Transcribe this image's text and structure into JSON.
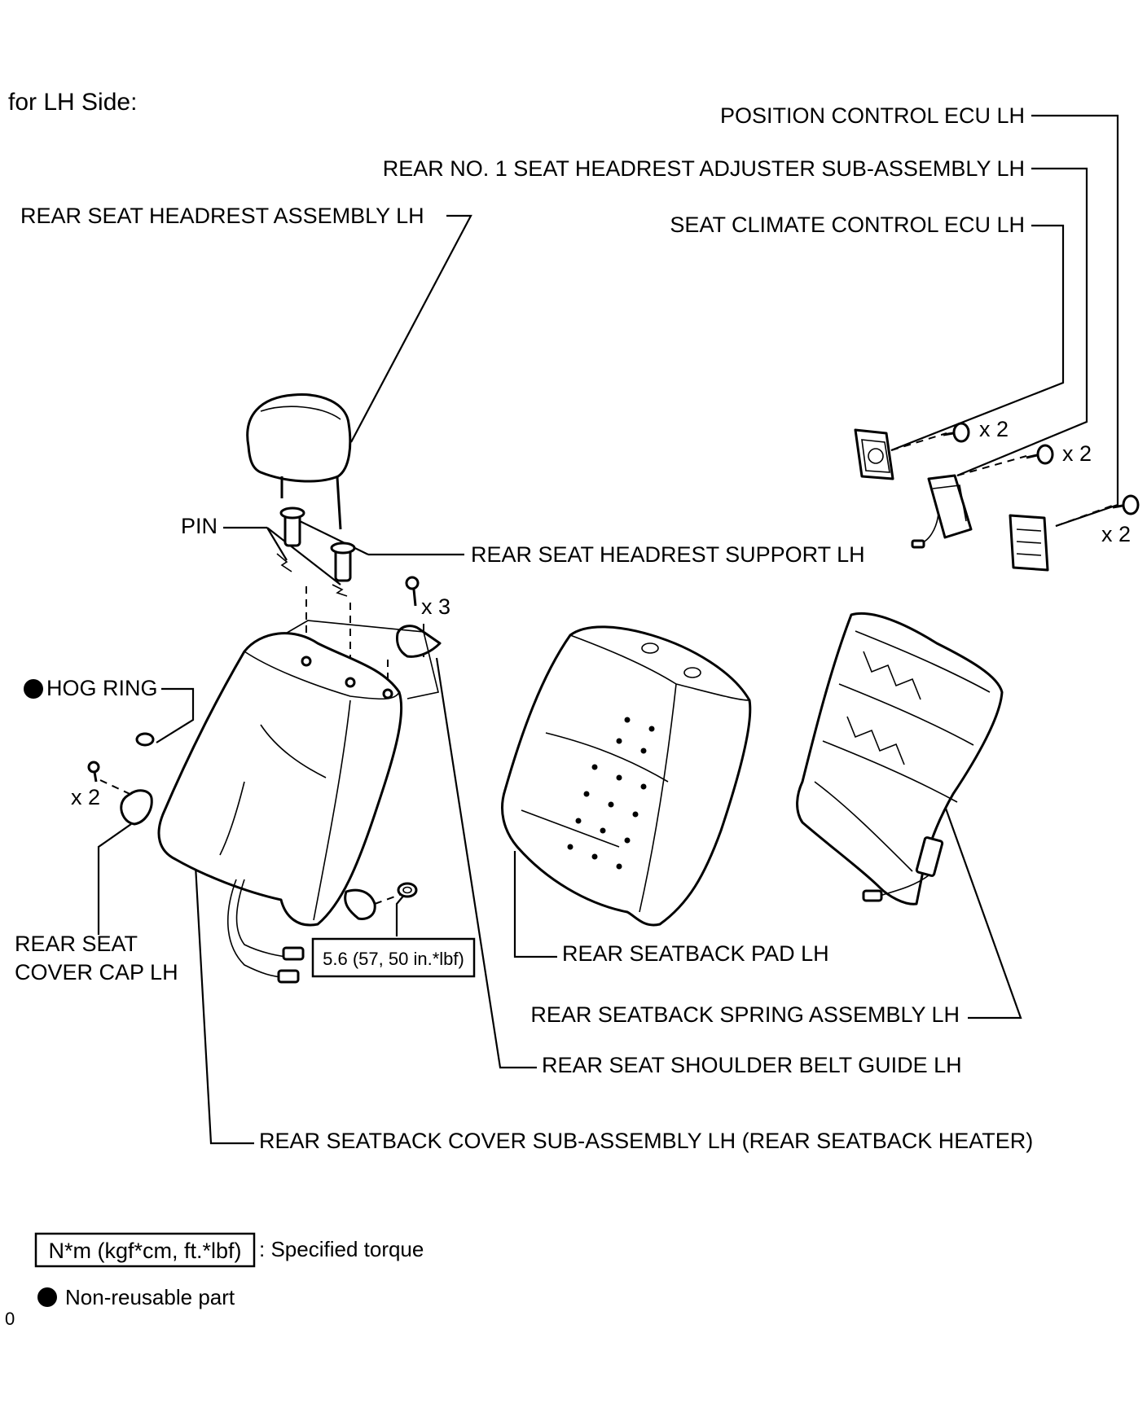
{
  "heading": "for LH Side:",
  "labels": {
    "position_control_ecu": "POSITION CONTROL ECU LH",
    "headrest_adjuster": "REAR NO. 1 SEAT HEADREST ADJUSTER SUB-ASSEMBLY LH",
    "seat_climate_ecu": "SEAT CLIMATE CONTROL ECU LH",
    "headrest_assembly": "REAR SEAT HEADREST ASSEMBLY LH",
    "pin": "PIN",
    "headrest_support": "REAR SEAT HEADREST SUPPORT LH",
    "hog_ring": "HOG RING",
    "cover_cap_line1": "REAR SEAT",
    "cover_cap_line2": "COVER CAP LH",
    "seatback_pad": "REAR SEATBACK PAD LH",
    "spring_assembly": "REAR SEATBACK SPRING ASSEMBLY LH",
    "shoulder_belt_guide": "REAR SEAT SHOULDER BELT GUIDE LH",
    "seatback_cover": "REAR SEATBACK COVER SUB-ASSEMBLY LH (REAR SEATBACK HEATER)"
  },
  "quantities": {
    "climate_ecu_screws": "x 2",
    "adjuster_bolts": "x 2",
    "position_ecu_bolts": "x 2",
    "belt_guide_screws": "x 3",
    "cover_cap_screws": "x 2"
  },
  "torque_value": "5.6 (57, 50 in.*lbf)",
  "legend": {
    "torque_box": "N*m (kgf*cm, ft.*lbf)",
    "torque_text": ": Specified torque",
    "non_reusable_text": "Non-reusable part"
  },
  "footer_code": "0"
}
